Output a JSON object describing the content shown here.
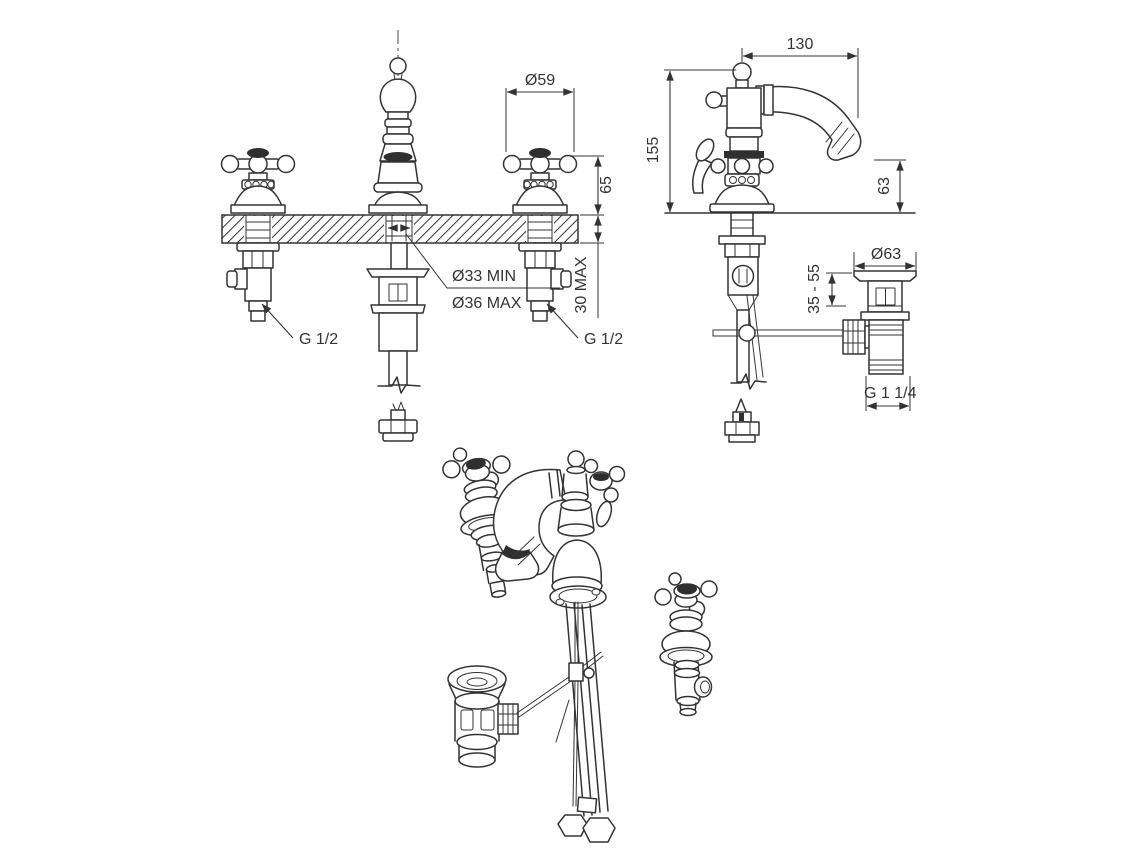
{
  "drawing": {
    "front_view": {
      "handle_diameter": "Ø59",
      "height_above_deck": "65",
      "deck_thickness": "30 MAX",
      "hole_min": "Ø33 MIN",
      "hole_max": "Ø36 MAX",
      "left_inlet_thread": "G 1/2",
      "right_inlet_thread": "G 1/2"
    },
    "side_view": {
      "spout_reach": "130",
      "total_height": "155",
      "outlet_height": "63"
    },
    "waste_detail": {
      "flange_diameter": "Ø63",
      "clamp_range": "35 - 55",
      "outlet_thread": "G 1 1/4"
    }
  },
  "colors": {
    "line": "#333333",
    "background": "#ffffff",
    "dark_fill": "#2f2f2f"
  }
}
